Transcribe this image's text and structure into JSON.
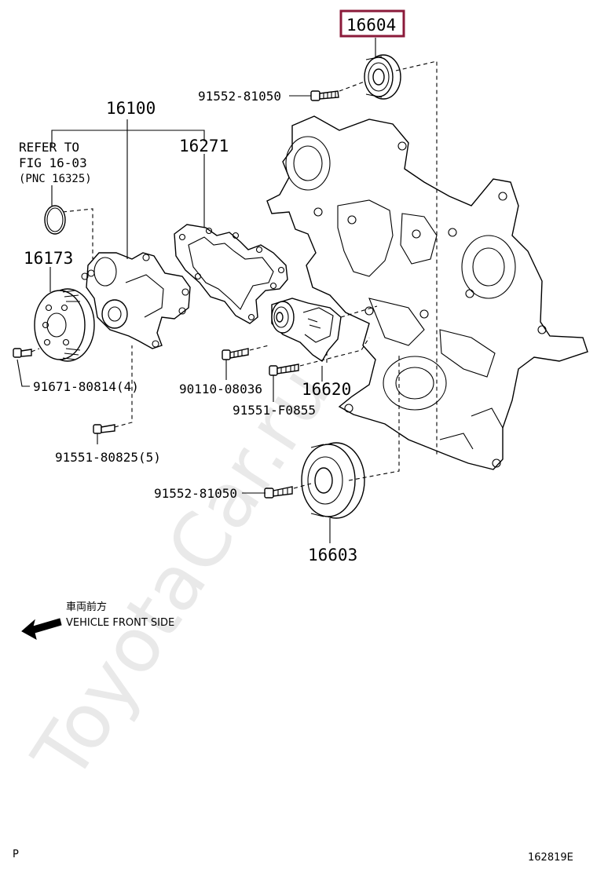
{
  "watermark": "ToyotaCar.ru",
  "highlight_part": "16604",
  "labels": {
    "p16604": "16604",
    "bolt_top": "91552-81050",
    "p16100": "16100",
    "refer_1": "REFER TO",
    "refer_2": "FIG 16-03",
    "refer_3": "(PNC 16325)",
    "p16271": "16271",
    "p16173": "16173",
    "bolt_pulley": "91671-80814(4)",
    "bolt_pump": "91551-80825(5)",
    "bolt_tens_1": "90110-08036",
    "p16620": "16620",
    "bolt_tens_2": "91551-F0855",
    "bolt_idler": "91552-81050",
    "p16603": "16603"
  },
  "direction": {
    "jp": "車両前方",
    "en": "VEHICLE FRONT SIDE"
  },
  "footer": {
    "left": "P",
    "right": "162819E"
  },
  "colors": {
    "highlight_border": "#8b1a3a",
    "ink": "#000000",
    "watermark": "#e9e9e9"
  }
}
